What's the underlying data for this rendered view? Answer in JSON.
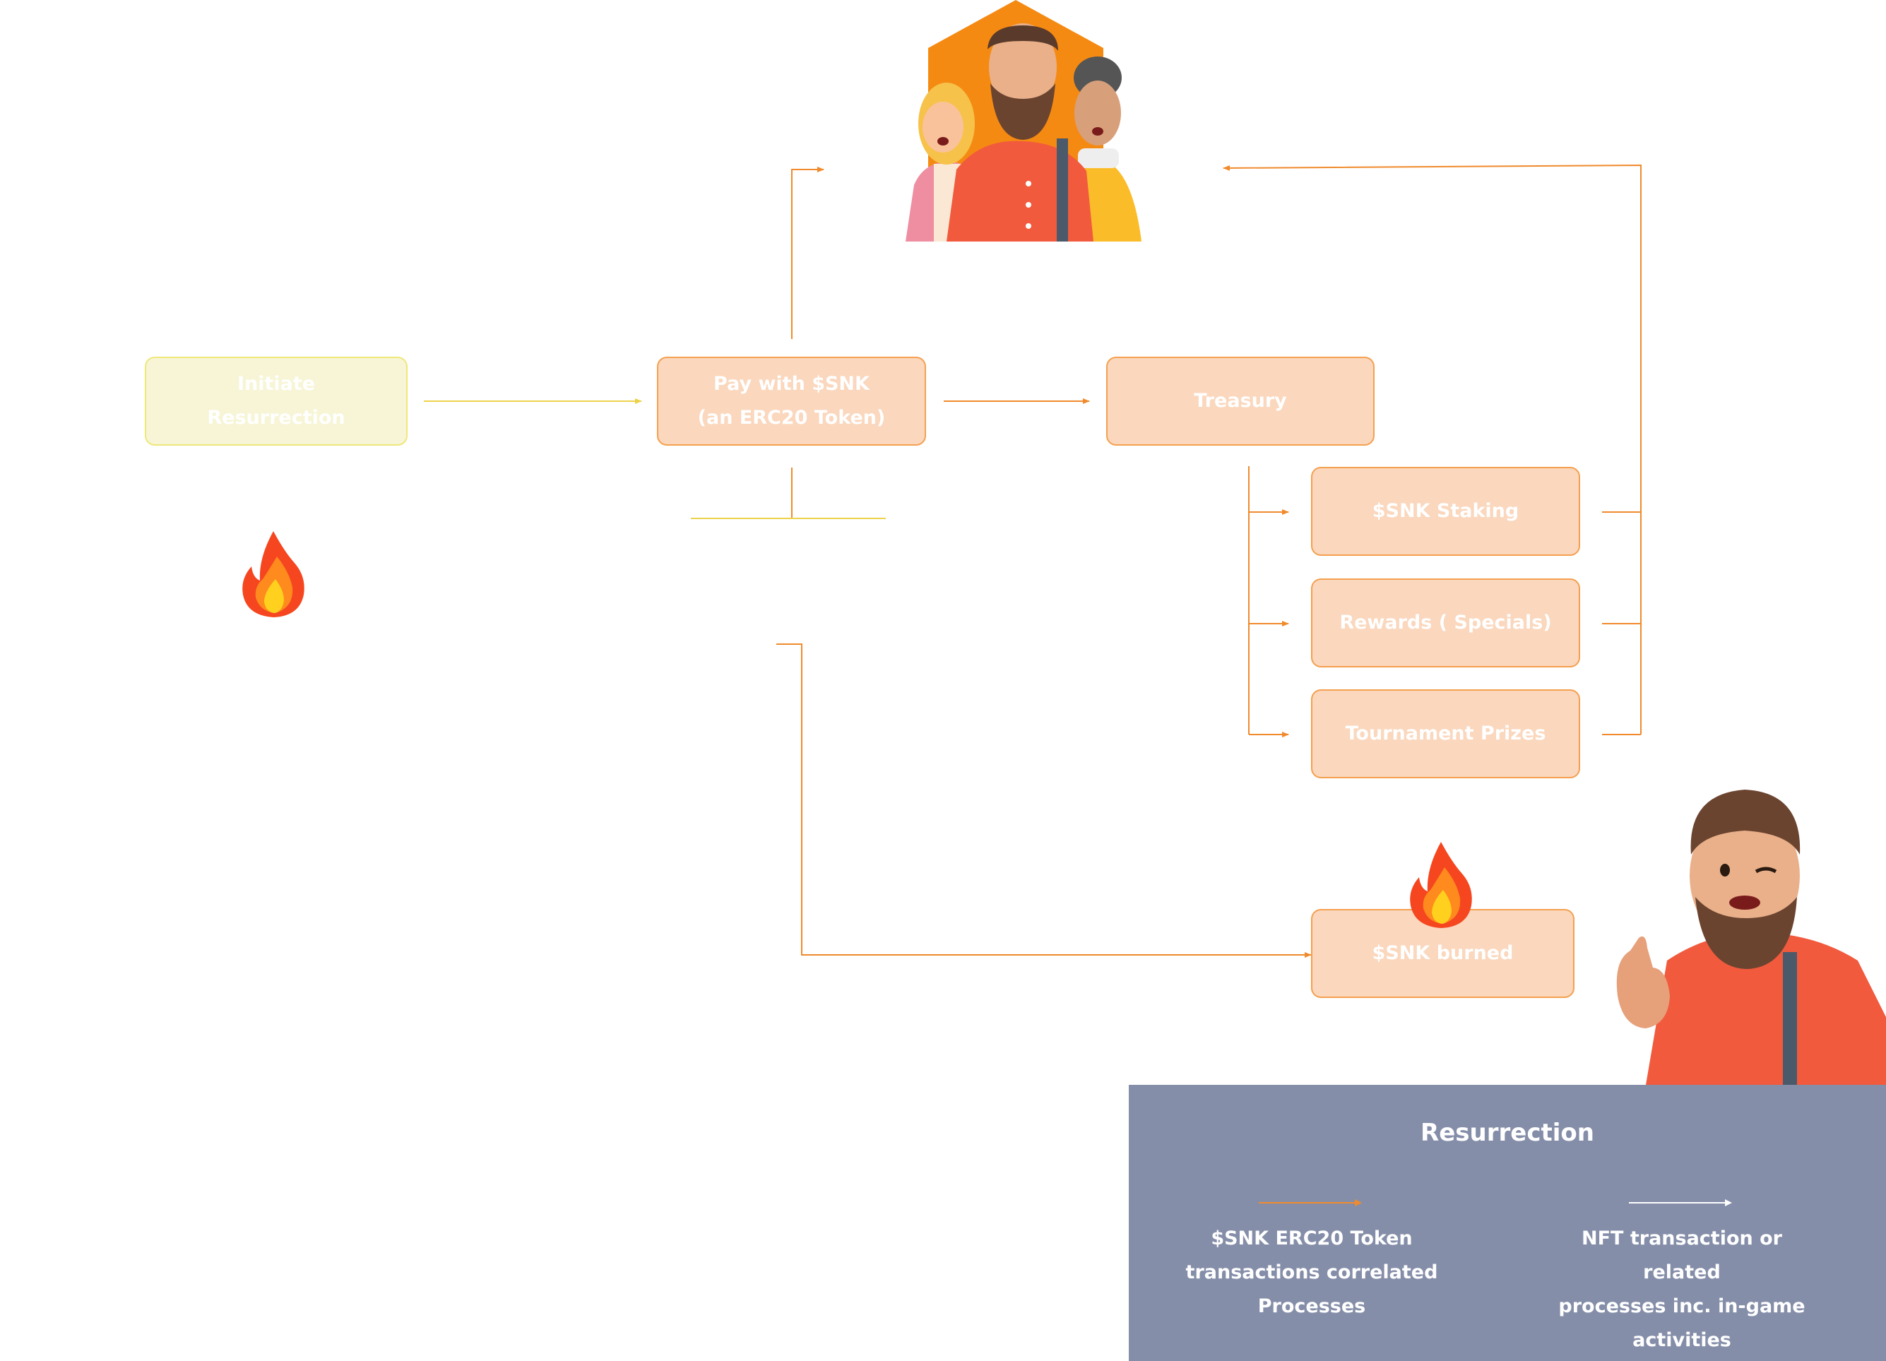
{
  "nodes": {
    "initiate": {
      "line1": "Initiate",
      "line2": "Resurrection"
    },
    "pay": {
      "line1": "Pay with $SNK",
      "line2": "(an ERC20 Token)"
    },
    "treasury": {
      "label": "Treasury"
    },
    "staking": {
      "label": "$SNK Staking"
    },
    "rewards": {
      "label": "Rewards ( Specials)"
    },
    "tournament": {
      "label": "Tournament Prizes"
    },
    "burned": {
      "label": "$SNK burned"
    }
  },
  "legend": {
    "title": "Resurrection",
    "items": [
      {
        "line1": "$SNK ERC20 Token",
        "line2": "transactions correlated",
        "line3": "Processes",
        "color": "#f08a2c"
      },
      {
        "line1": "NFT transaction or related",
        "line2": "processes inc. in-game",
        "line3": "activities",
        "color": "#ffffff"
      }
    ]
  },
  "colors": {
    "orange_flow": "#f08a2c",
    "yellow_flow": "#ecd24a",
    "legend_bg": "#858ea9"
  },
  "icons": [
    "players-group-illustration",
    "flame-icon",
    "thumbs-up-man-illustration"
  ]
}
